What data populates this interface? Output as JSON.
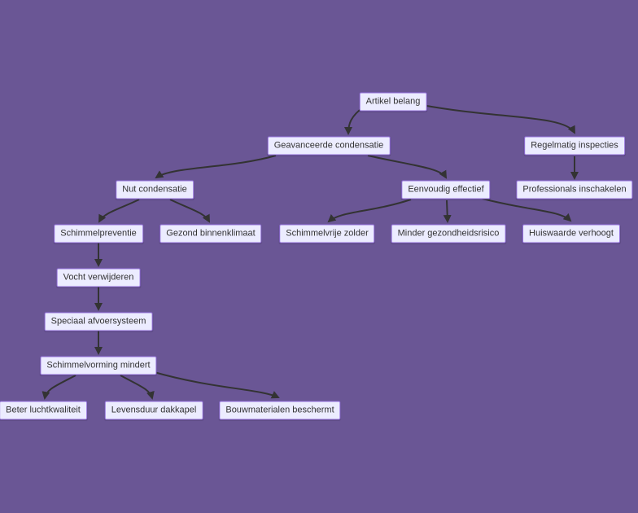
{
  "diagram": {
    "type": "flowchart",
    "direction": "top-down",
    "colors": {
      "background": "#6a5695",
      "node_fill": "#ececff",
      "node_border": "#9370db",
      "node_text": "#333333",
      "edge": "#333333"
    },
    "nodes": [
      {
        "id": "artikel-belang",
        "label": "Artikel belang"
      },
      {
        "id": "geavanceerde-condensatie",
        "label": "Geavanceerde condensatie"
      },
      {
        "id": "regelmatig-inspecties",
        "label": "Regelmatig inspecties"
      },
      {
        "id": "nut-condensatie",
        "label": "Nut condensatie"
      },
      {
        "id": "eenvoudig-effectief",
        "label": "Eenvoudig effectief"
      },
      {
        "id": "professionals-inschakelen",
        "label": "Professionals inschakelen"
      },
      {
        "id": "schimmelpreventie",
        "label": "Schimmelpreventie"
      },
      {
        "id": "gezond-binnenklimaat",
        "label": "Gezond binnenklimaat"
      },
      {
        "id": "schimmelvrije-zolder",
        "label": "Schimmelvrije zolder"
      },
      {
        "id": "minder-gezondheidsrisico",
        "label": "Minder gezondheidsrisico"
      },
      {
        "id": "huiswaarde-verhoogt",
        "label": "Huiswaarde verhoogt"
      },
      {
        "id": "vocht-verwijderen",
        "label": "Vocht verwijderen"
      },
      {
        "id": "speciaal-afvoersysteem",
        "label": "Speciaal afvoersysteem"
      },
      {
        "id": "schimmelvorming-mindert",
        "label": "Schimmelvorming mindert"
      },
      {
        "id": "beter-luchtkwaliteit",
        "label": "Beter luchtkwaliteit"
      },
      {
        "id": "levensduur-dakkapel",
        "label": "Levensduur dakkapel"
      },
      {
        "id": "bouwmaterialen-beschermt",
        "label": "Bouwmaterialen beschermt"
      }
    ],
    "edges": [
      {
        "from": "artikel-belang",
        "to": "geavanceerde-condensatie"
      },
      {
        "from": "artikel-belang",
        "to": "regelmatig-inspecties"
      },
      {
        "from": "geavanceerde-condensatie",
        "to": "nut-condensatie"
      },
      {
        "from": "geavanceerde-condensatie",
        "to": "eenvoudig-effectief"
      },
      {
        "from": "regelmatig-inspecties",
        "to": "professionals-inschakelen"
      },
      {
        "from": "nut-condensatie",
        "to": "schimmelpreventie"
      },
      {
        "from": "nut-condensatie",
        "to": "gezond-binnenklimaat"
      },
      {
        "from": "eenvoudig-effectief",
        "to": "schimmelvrije-zolder"
      },
      {
        "from": "eenvoudig-effectief",
        "to": "minder-gezondheidsrisico"
      },
      {
        "from": "eenvoudig-effectief",
        "to": "huiswaarde-verhoogt"
      },
      {
        "from": "schimmelpreventie",
        "to": "vocht-verwijderen"
      },
      {
        "from": "vocht-verwijderen",
        "to": "speciaal-afvoersysteem"
      },
      {
        "from": "speciaal-afvoersysteem",
        "to": "schimmelvorming-mindert"
      },
      {
        "from": "schimmelvorming-mindert",
        "to": "beter-luchtkwaliteit"
      },
      {
        "from": "schimmelvorming-mindert",
        "to": "levensduur-dakkapel"
      },
      {
        "from": "schimmelvorming-mindert",
        "to": "bouwmaterialen-beschermt"
      }
    ]
  }
}
